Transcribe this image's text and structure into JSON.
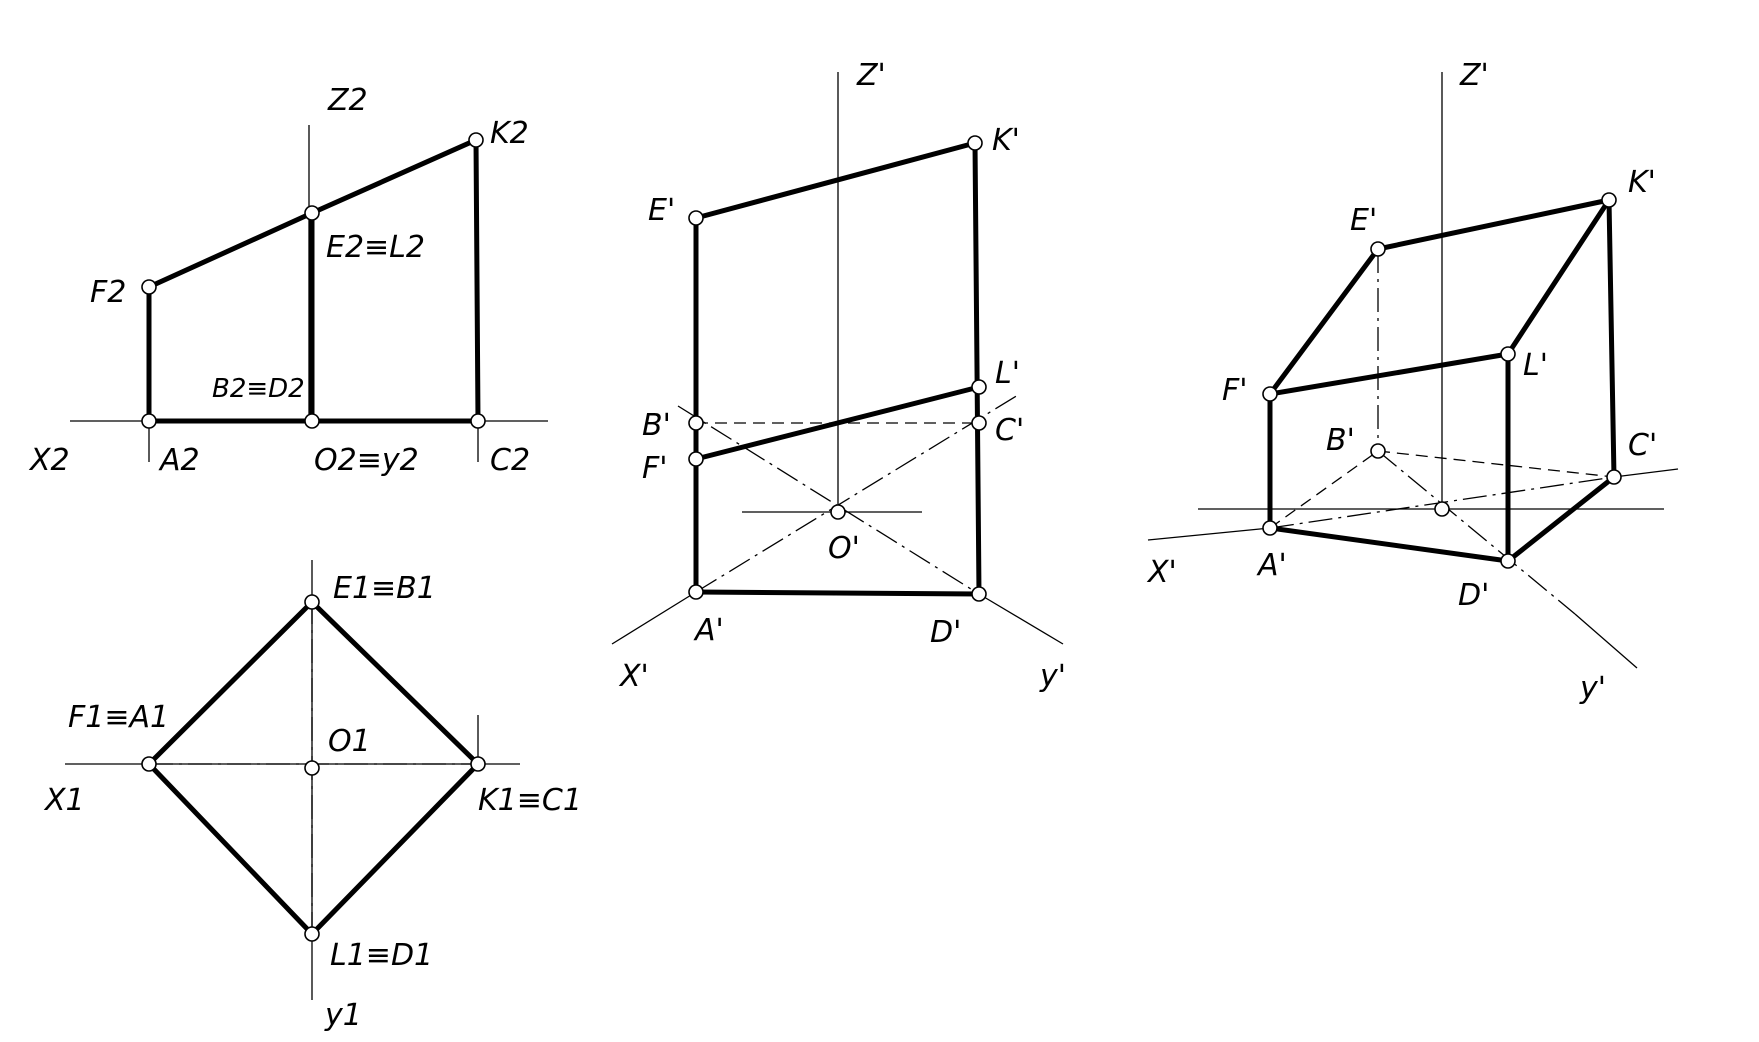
{
  "views": {
    "front": {
      "axis_x": "X2",
      "axis_z": "Z2",
      "labels": {
        "K": "K2",
        "E_L": "E2≡L2",
        "F": "F2",
        "B_D": "B2≡D2",
        "A": "A2",
        "O_y": "O2≡y2",
        "C": "C2"
      }
    },
    "top": {
      "axis_x": "X1",
      "axis_y": "y1",
      "labels": {
        "E_B": "E1≡B1",
        "F_A": "F1≡A1",
        "O": "O1",
        "K_C": "K1≡C1",
        "L_D": "L1≡D1"
      }
    },
    "axo1": {
      "axis_z": "Z'",
      "axis_x": "X'",
      "axis_y": "y'",
      "labels": {
        "E": "E'",
        "K": "K'",
        "L": "L'",
        "B": "B'",
        "C": "C'",
        "F": "F'",
        "O": "O'",
        "A": "A'",
        "D": "D'"
      }
    },
    "axo2": {
      "axis_z": "Z'",
      "axis_x": "X'",
      "axis_y": "y'",
      "labels": {
        "E": "E'",
        "K": "K'",
        "F": "F'",
        "L": "L'",
        "B": "B'",
        "C": "C'",
        "A": "A'",
        "D": "D'"
      }
    }
  }
}
